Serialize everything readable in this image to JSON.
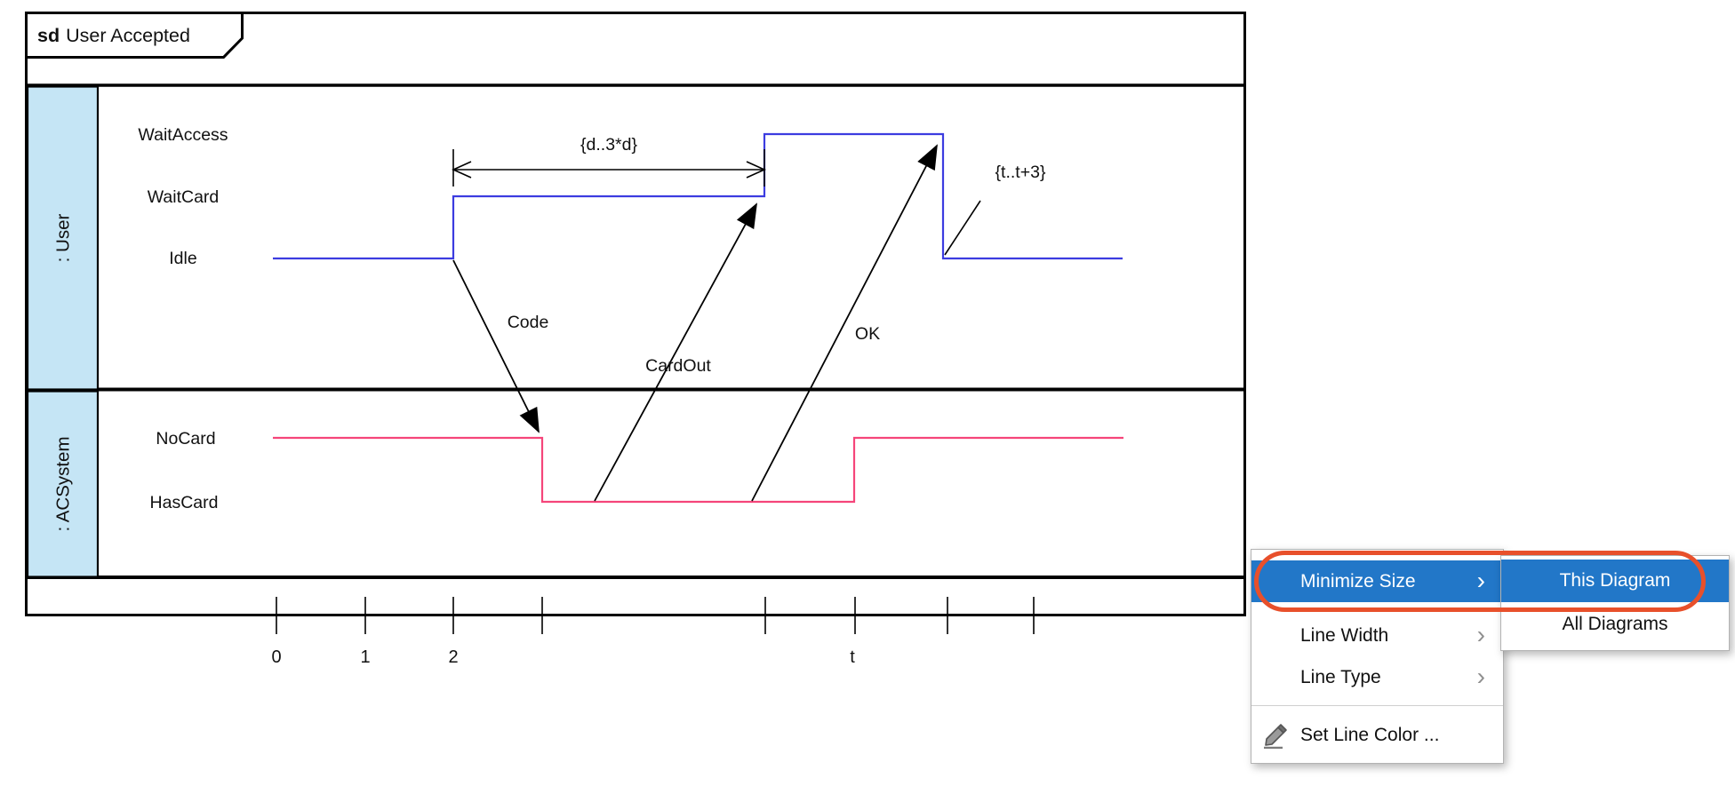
{
  "diagram": {
    "frame_keyword": "sd",
    "frame_title": "User Accepted",
    "lifelines": [
      {
        "name": ": User",
        "fill": "#c5e5f5",
        "line_color": "#3c3ce0",
        "states": [
          "WaitAccess",
          "WaitCard",
          "Idle"
        ],
        "state_sequence": [
          "Idle",
          "WaitCard",
          "WaitAccess",
          "Idle"
        ]
      },
      {
        "name": ": ACSystem",
        "fill": "#c5e5f5",
        "line_color": "#f5457a",
        "states": [
          "NoCard",
          "HasCard"
        ],
        "state_sequence": [
          "NoCard",
          "HasCard",
          "NoCard"
        ]
      }
    ],
    "messages": [
      {
        "label": "Code",
        "from": ": User",
        "to": ": ACSystem"
      },
      {
        "label": "CardOut",
        "from": ": ACSystem",
        "to": ": User"
      },
      {
        "label": "OK",
        "from": ": ACSystem",
        "to": ": User"
      }
    ],
    "constraints": [
      {
        "label": "{d..3*d}"
      },
      {
        "label": "{t..t+3}"
      }
    ],
    "ruler": {
      "tick_labels": [
        "0",
        "1",
        "2",
        "t"
      ]
    }
  },
  "context_menu": {
    "highlight_color": "#2277c8",
    "chevron": "›",
    "items": [
      {
        "label": "Minimize Size",
        "has_submenu": true,
        "highlighted": true
      },
      {
        "label": "Line Width",
        "has_submenu": true,
        "highlighted": false
      },
      {
        "label": "Line Type",
        "has_submenu": true,
        "highlighted": false
      },
      {
        "label": "Set Line Color ...",
        "icon": "pencil-icon",
        "highlighted": false
      }
    ],
    "submenu": {
      "items": [
        {
          "label": "This Diagram",
          "highlighted": true
        },
        {
          "label": "All Diagrams",
          "highlighted": false
        }
      ]
    },
    "annotation_color": "#e8502b"
  }
}
